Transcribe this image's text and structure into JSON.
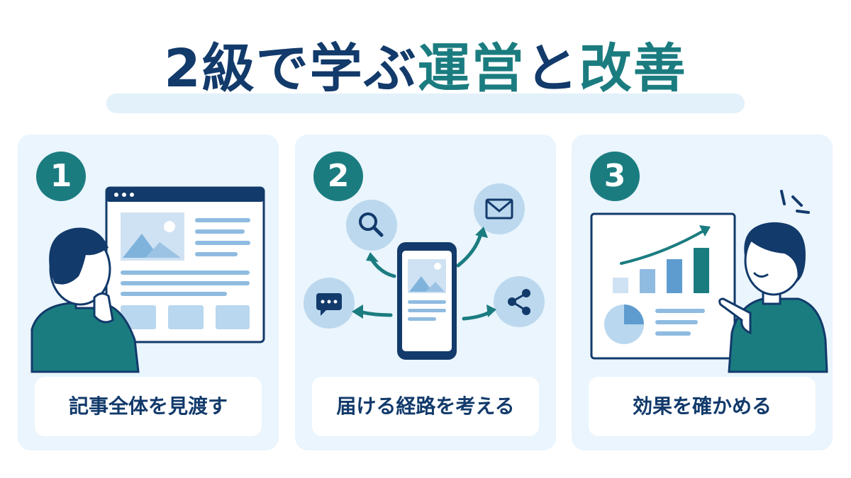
{
  "title": {
    "part1": "2級で学ぶ",
    "part2": "運営",
    "part3": "と",
    "part4": "改善"
  },
  "steps": [
    {
      "number": "1",
      "label": "記事全体を見渡す",
      "icon": "browser-window-icon"
    },
    {
      "number": "2",
      "label": "届ける経路を考える",
      "icon": "smartphone-icon"
    },
    {
      "number": "3",
      "label": "効果を確かめる",
      "icon": "growth-chart-icon"
    }
  ],
  "colors": {
    "navy": "#123a6b",
    "teal": "#1b7c80",
    "panel": "#eaf5fd",
    "light_blue": "#b9d7ee",
    "mid_blue": "#7fb3dc"
  }
}
